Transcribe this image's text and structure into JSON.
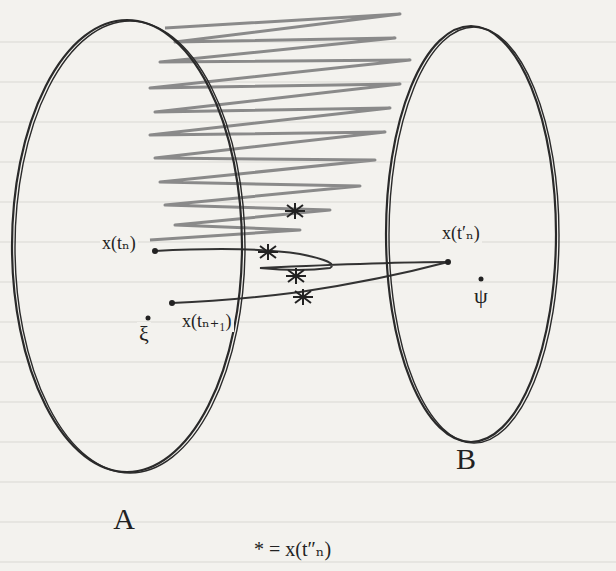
{
  "diagram": {
    "nodes": [
      {
        "text": [
          "A"
        ]
      },
      {
        "text": [
          "B"
        ]
      }
    ],
    "labels": [
      "x(tₙ)",
      "x(tₙ₊₁)",
      "ξ",
      "x(t′ₙ)",
      "ψ",
      "* = x(t″ₙ)"
    ]
  }
}
